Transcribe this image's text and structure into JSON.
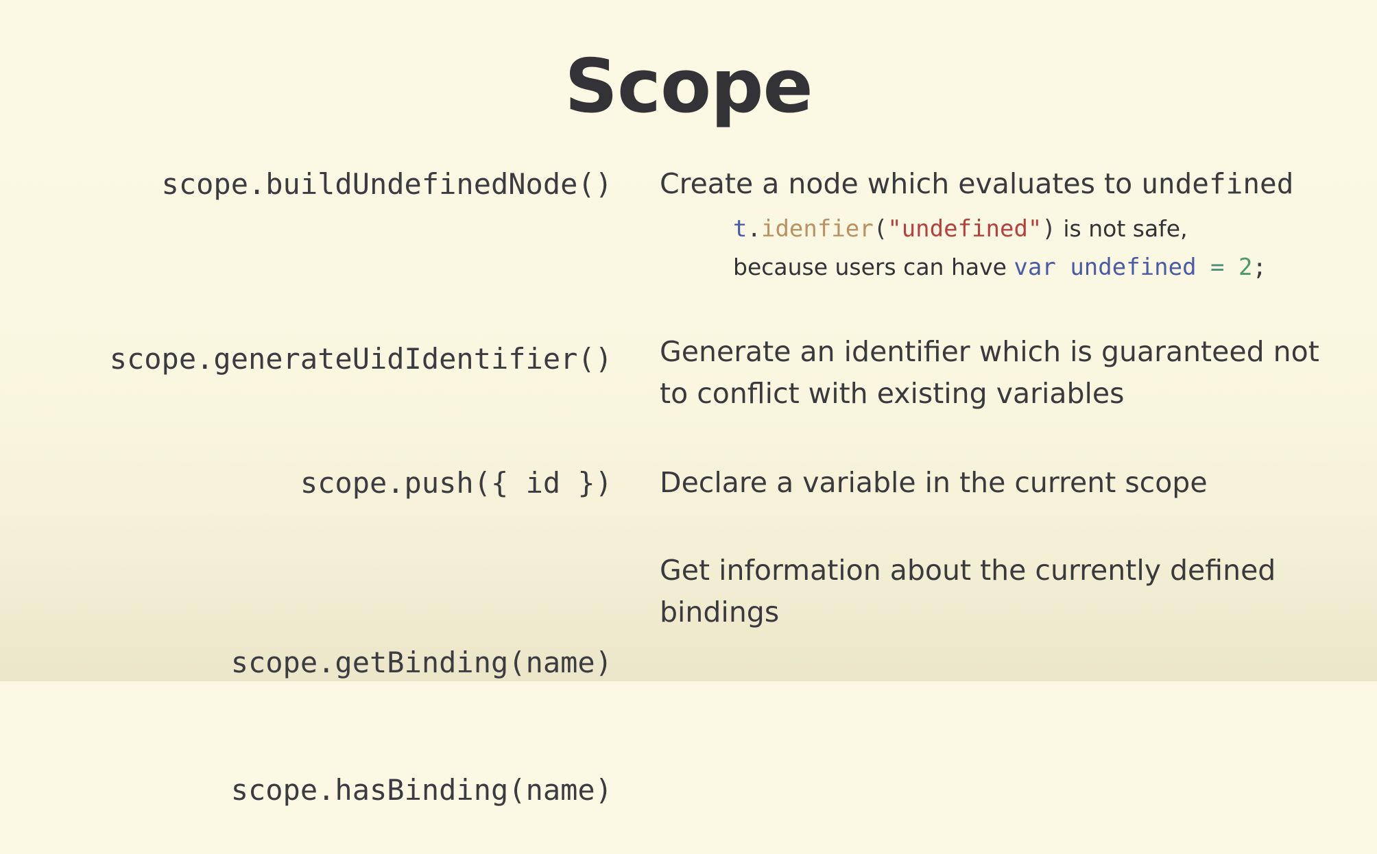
{
  "slide": {
    "title": "Scope"
  },
  "rows": [
    {
      "code": [
        "scope.buildUndefinedNode()"
      ],
      "description_text": "Create a node which evaluates to ",
      "description_code": "undefined",
      "note": {
        "code_object": "t",
        "code_dot": ".",
        "code_fn": "idenfier",
        "code_open": "(",
        "code_string": "\"undefined\"",
        "code_close": ")",
        "text_after_code": " is not safe,",
        "text_line2": "because users can have ",
        "kw_var": "var",
        "var_name": "undefined",
        "op_eq": "=",
        "num": "2",
        "semicolon": ";"
      }
    },
    {
      "code": [
        "scope.generateUidIdentifier()"
      ],
      "description_lines": [
        "Generate an identifier which is guaranteed not",
        "to conflict with existing variables"
      ]
    },
    {
      "code": [
        "scope.push({ id })"
      ],
      "description_lines": [
        "Declare a variable in the current scope"
      ]
    },
    {
      "code": [
        "scope.getBinding(name)",
        "scope.hasBinding(name)"
      ],
      "description_lines": [
        "Get information about the currently defined",
        "bindings"
      ]
    }
  ]
}
